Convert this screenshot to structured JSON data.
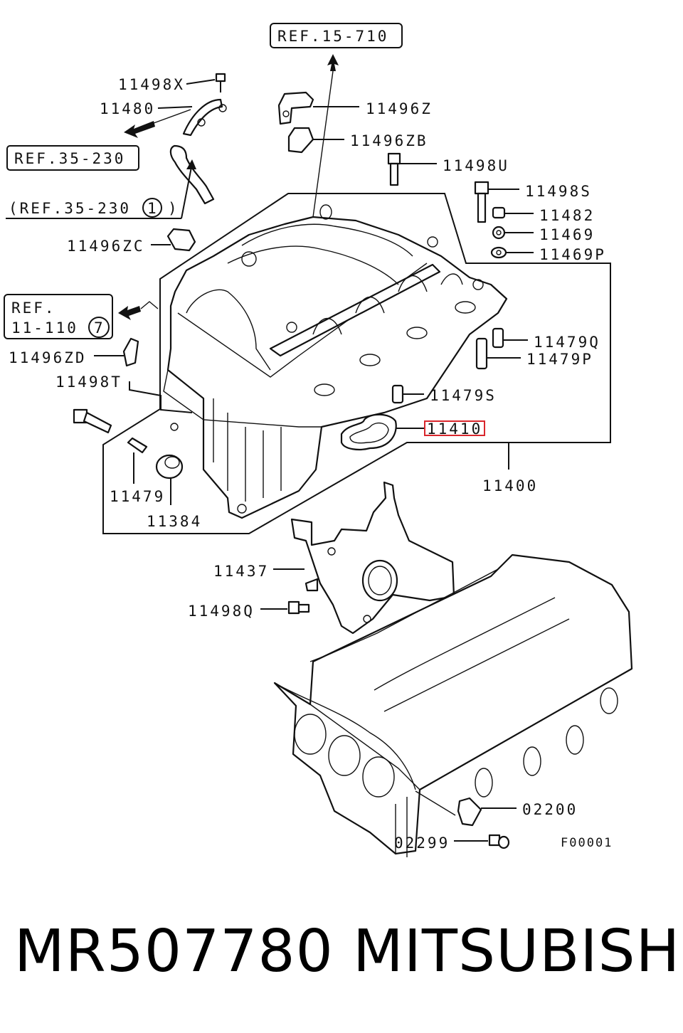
{
  "refs": {
    "ref_15_710": "REF.15-710",
    "ref_35_230": "REF.35-230",
    "ref_35_230_circ_text": "(REF.35-230",
    "ref_35_230_circ_num": "1",
    "ref_35_230_circ_close": ")",
    "ref_11_110_line1": "REF.",
    "ref_11_110_line2": "11-110",
    "ref_11_110_num": "7"
  },
  "labels": {
    "p11498X": "11498X",
    "p11480": "11480",
    "p11496Z": "11496Z",
    "p11496ZB": "11496ZB",
    "p11498U": "11498U",
    "p11498S": "11498S",
    "p11482": "11482",
    "p11469": "11469",
    "p11469P": "11469P",
    "p11496ZC": "11496ZC",
    "p11479Q": "11479Q",
    "p11479P": "11479P",
    "p11496ZD": "11496ZD",
    "p11498T": "11498T",
    "p11479S": "11479S",
    "p11410": "11410",
    "p11400": "11400",
    "p11479": "11479",
    "p11384": "11384",
    "p11437": "11437",
    "p11498Q": "11498Q",
    "p02200": "02200",
    "p02299": "02299",
    "fig_code": "F00001"
  },
  "highlight_color": "#d9262c",
  "caption": {
    "part_number": "MR507780",
    "brand": "MITSUBISHI"
  }
}
